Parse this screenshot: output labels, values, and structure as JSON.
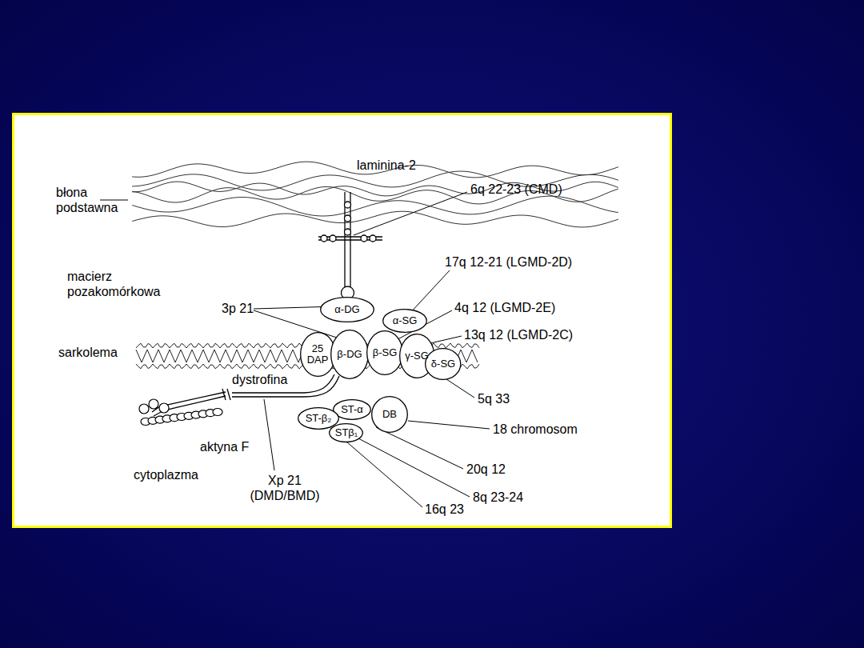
{
  "diagram": {
    "nodes": [
      {
        "text": [
          "α-DG"
        ]
      },
      {
        "text": [
          "α-SG"
        ]
      },
      {
        "text": [
          "25 DAP"
        ]
      },
      {
        "text": [
          "β-DG"
        ]
      },
      {
        "text": [
          "β-SG"
        ]
      },
      {
        "text": [
          "γ-SG"
        ]
      },
      {
        "text": [
          "δ-SG"
        ]
      },
      {
        "text": [
          "ST-α"
        ]
      },
      {
        "text": [
          "DB"
        ]
      },
      {
        "text": [
          "ST-β₂"
        ]
      },
      {
        "text": [
          "STβ₁"
        ]
      }
    ],
    "labels": [
      "laminina-2",
      "błona podstawna",
      "6q 22-23 (CMD)",
      "macierz pozakomórkowa",
      "17q 12-21 (LGMD-2D)",
      "3p 21",
      "4q 12 (LGMD-2E)",
      "13q 12 (LGMD-2C)",
      "sarkolema",
      "dystrofina",
      "5q 33",
      "18 chromosom",
      "aktyna F",
      "20q 12",
      "cytoplazma",
      "Xp 21 (DMD/BMD)",
      "8q 23-24",
      "16q 23"
    ]
  }
}
